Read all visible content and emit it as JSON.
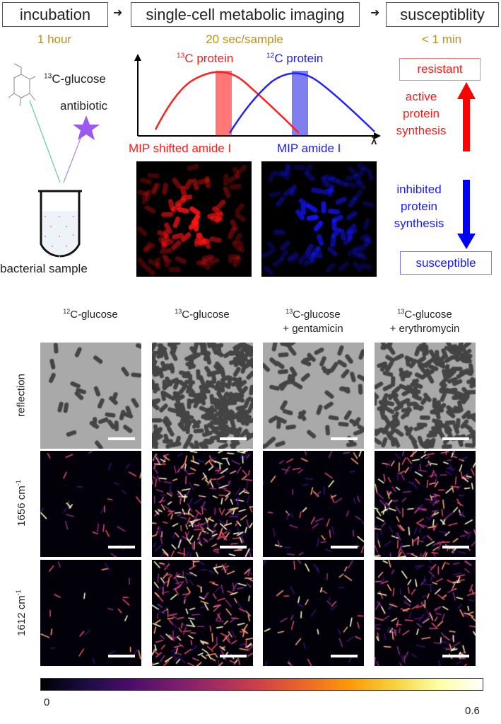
{
  "workflow": {
    "steps": [
      "incubation",
      "single-cell metabolic imaging",
      "susceptiblity"
    ],
    "times": [
      "1 hour",
      "20 sec/sample",
      "< 1 min"
    ]
  },
  "incubation": {
    "glucose_label_sup": "13",
    "glucose_label": "C-glucose",
    "antibiotic_label": "antibiotic",
    "sample_label": "bacterial sample"
  },
  "spectrum": {
    "c13_sup": "13",
    "c13_label": "C protein",
    "c12_sup": "12",
    "c12_label": "C protein",
    "x_axis_symbol": "λ",
    "red_image_label": "MIP shifted amide I",
    "blue_image_label": "MIP amide I"
  },
  "outcome": {
    "resistant": "resistant",
    "active": [
      "active",
      "protein",
      "synthesis"
    ],
    "inhibited": [
      "inhibited",
      "protein",
      "synthesis"
    ],
    "susceptible": "susceptible"
  },
  "grid": {
    "columns": [
      {
        "sup": "12",
        "line1": "C-glucose",
        "line2": ""
      },
      {
        "sup": "13",
        "line1": "C-glucose",
        "line2": ""
      },
      {
        "sup": "13",
        "line1": "C-glucose",
        "line2": "+ gentamicin"
      },
      {
        "sup": "13",
        "line1": "C-glucose",
        "line2": "+ erythromycin"
      }
    ],
    "rows": [
      {
        "label": "reflection",
        "sup": ""
      },
      {
        "label": "1656 cm",
        "sup": "-1"
      },
      {
        "label": "1612 cm",
        "sup": "-1"
      }
    ]
  },
  "colorbar": {
    "min": "0",
    "max": "0.6"
  },
  "colors": {
    "red": "#ff1a1a",
    "blue": "#1a1aff",
    "time": "#b8901e"
  }
}
